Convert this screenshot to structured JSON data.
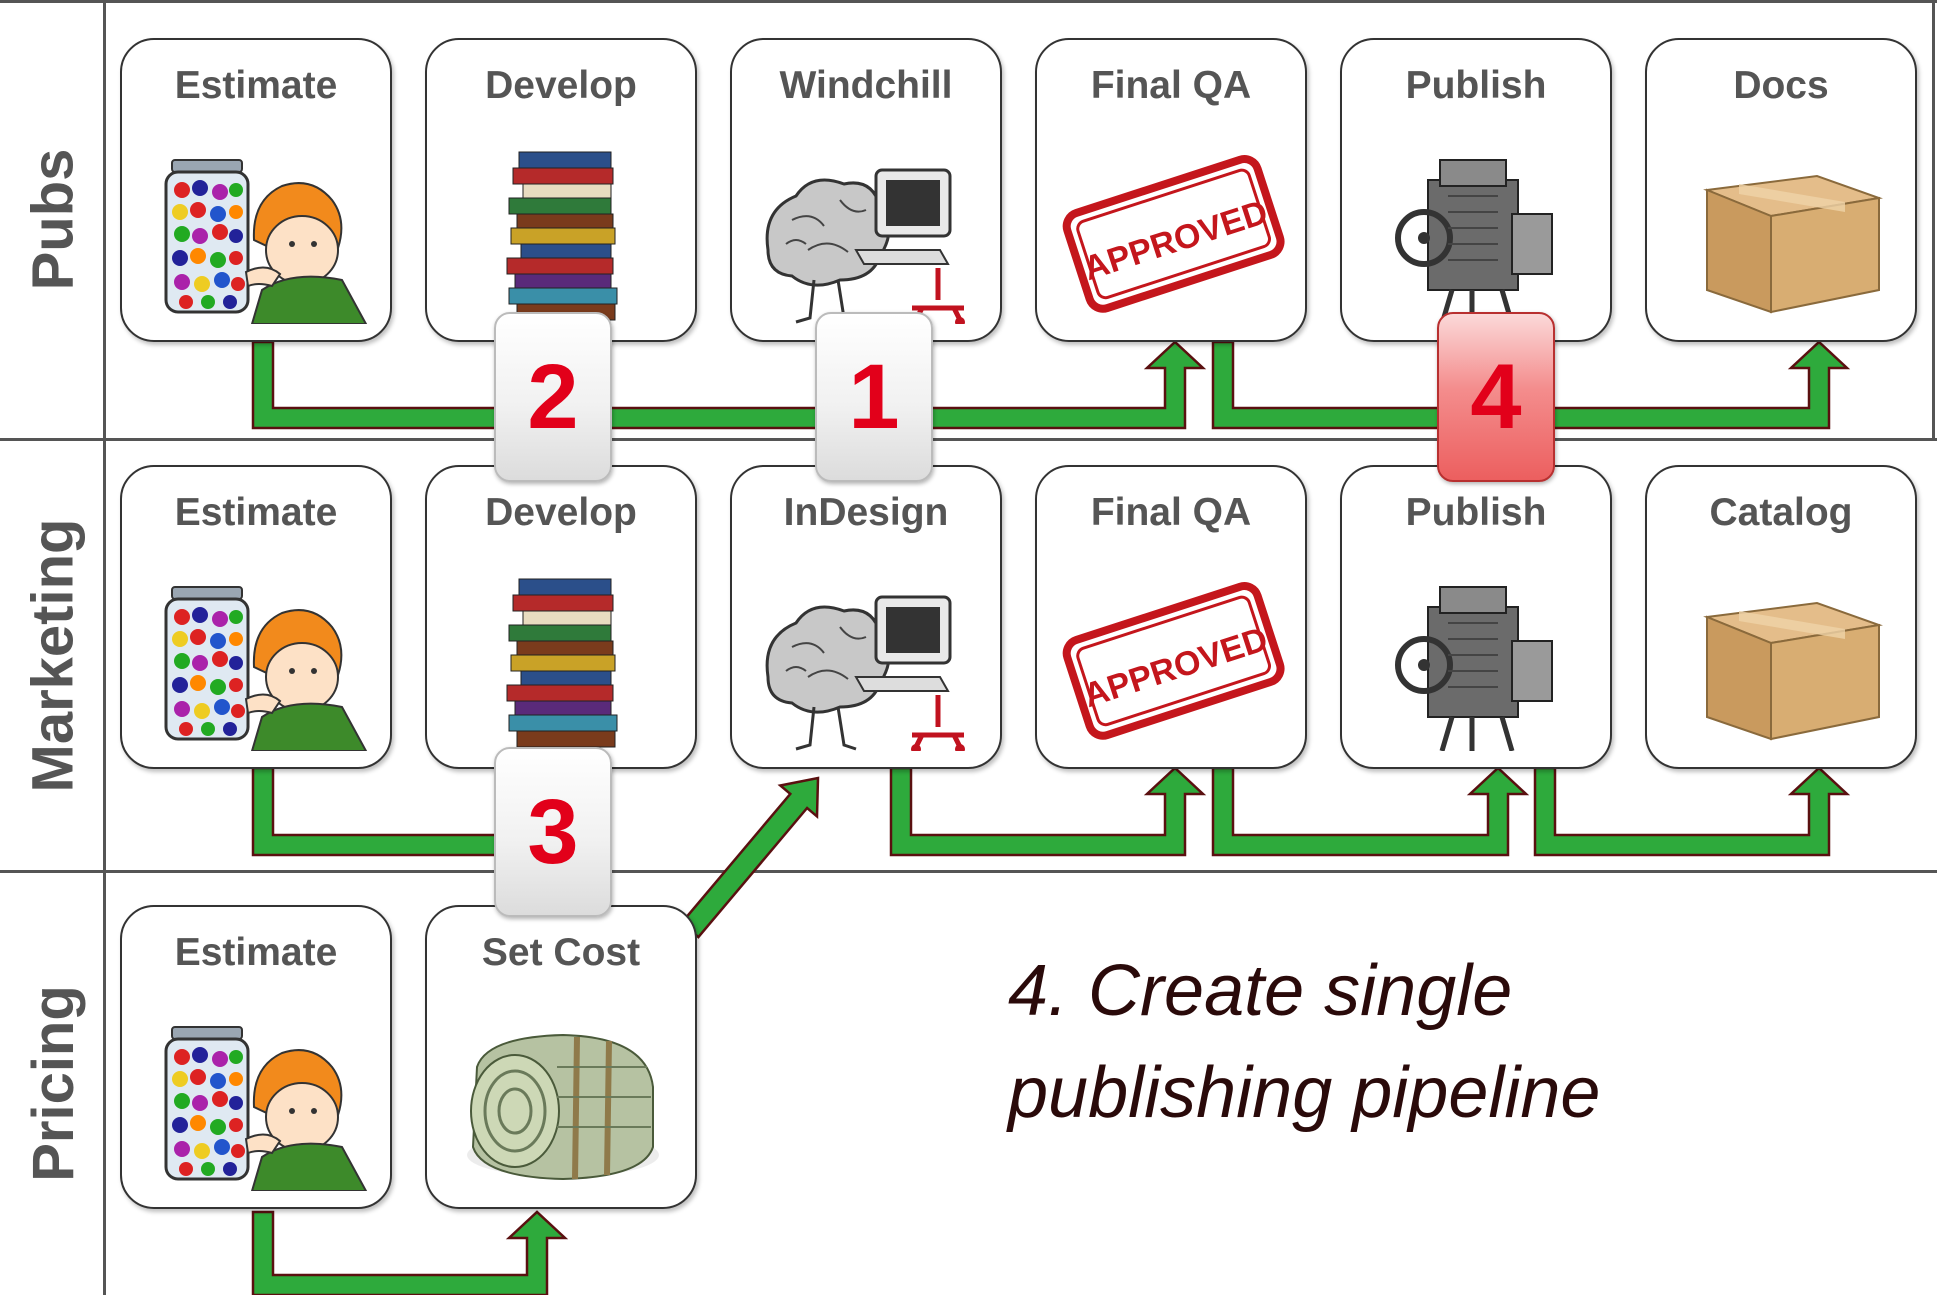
{
  "lanes": [
    {
      "label": "Pubs"
    },
    {
      "label": "Marketing"
    },
    {
      "label": "Pricing"
    }
  ],
  "pubs_steps": [
    {
      "title": "Estimate",
      "icon": "estimator-jar-icon"
    },
    {
      "title": "Develop",
      "icon": "book-stack-icon"
    },
    {
      "title": "Windchill",
      "icon": "brain-computer-icon"
    },
    {
      "title": "Final QA",
      "icon": "approved-stamp-icon"
    },
    {
      "title": "Publish",
      "icon": "printing-press-icon"
    },
    {
      "title": "Docs",
      "icon": "cardboard-box-icon"
    }
  ],
  "marketing_steps": [
    {
      "title": "Estimate",
      "icon": "estimator-jar-icon"
    },
    {
      "title": "Develop",
      "icon": "book-stack-icon"
    },
    {
      "title": "InDesign",
      "icon": "brain-computer-icon"
    },
    {
      "title": "Final QA",
      "icon": "approved-stamp-icon"
    },
    {
      "title": "Publish",
      "icon": "printing-press-icon"
    },
    {
      "title": "Catalog",
      "icon": "cardboard-box-icon"
    }
  ],
  "pricing_steps": [
    {
      "title": "Estimate",
      "icon": "estimator-jar-icon"
    },
    {
      "title": "Set Cost",
      "icon": "money-roll-icon"
    }
  ],
  "markers": {
    "m1": "1",
    "m2": "2",
    "m3": "3",
    "m4": "4"
  },
  "stamp_text": "APPROVED",
  "caption": {
    "line1": "4. Create single",
    "line2": "publishing pipeline"
  },
  "colors": {
    "arrow_fill": "#2eaa3c",
    "arrow_stroke": "#5a1010",
    "marker_number": "#e2001a",
    "marker_highlight": "#ec5f5f",
    "lane_label": "#555555"
  }
}
